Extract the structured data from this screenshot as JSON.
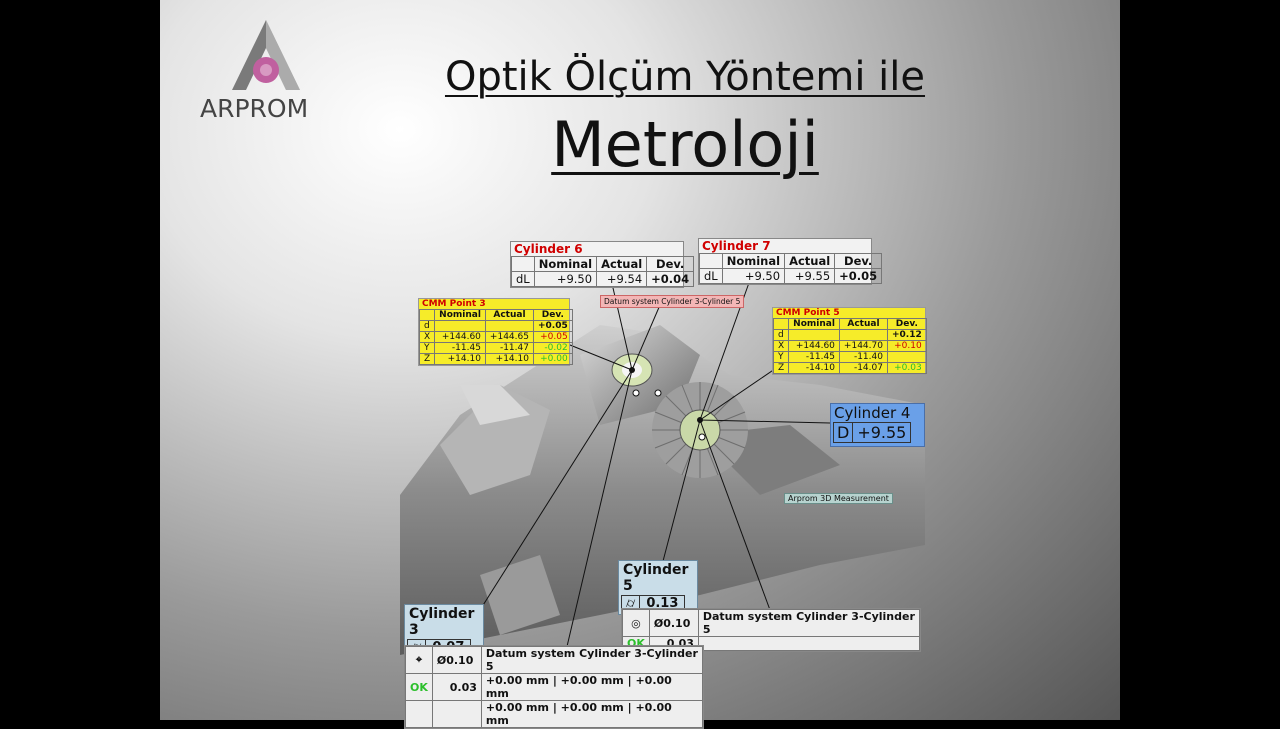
{
  "logo": {
    "text": "ARPROM"
  },
  "title": {
    "line1": "Optik Ölçüm Yöntemi ile",
    "line2": "Metroloji"
  },
  "colors": {
    "logo_magenta": "#c0609f",
    "logo_gray": "#777777",
    "callout_yellow": "#f6ec29",
    "callout_blue": "#6aa0e8"
  },
  "cylinder6": {
    "title": "Cylinder 6",
    "headers": [
      "",
      "Nominal",
      "Actual",
      "Dev."
    ],
    "row": [
      "dL",
      "+9.50",
      "+9.54",
      "+0.04"
    ]
  },
  "cylinder7": {
    "title": "Cylinder 7",
    "headers": [
      "",
      "Nominal",
      "Actual",
      "Dev."
    ],
    "row": [
      "dL",
      "+9.50",
      "+9.55",
      "+0.05"
    ]
  },
  "datum_label": "Datum system Cylinder 3-Cylinder 5",
  "cmm3": {
    "title": "CMM Point 3",
    "headers": [
      "",
      "Nominal",
      "Actual",
      "Dev."
    ],
    "rows": [
      [
        "d",
        "",
        "",
        "+0.05"
      ],
      [
        "X",
        "+144.60",
        "+144.65",
        "+0.05"
      ],
      [
        "Y",
        "-11.45",
        "-11.47",
        "-0.02"
      ],
      [
        "Z",
        "+14.10",
        "+14.10",
        "+0.00"
      ]
    ]
  },
  "cmm5": {
    "title": "CMM Point 5",
    "headers": [
      "",
      "Nominal",
      "Actual",
      "Dev."
    ],
    "rows": [
      [
        "d",
        "",
        "",
        "+0.12"
      ],
      [
        "X",
        "+144.60",
        "+144.70",
        "+0.10"
      ],
      [
        "Y",
        "-11.45",
        "-11.40",
        ""
      ],
      [
        "Z",
        "-14.10",
        "-14.07",
        "+0.03"
      ]
    ]
  },
  "cylinder4": {
    "title": "Cylinder 4",
    "label": "D",
    "value": "+9.55"
  },
  "measurement_label": "Arprom 3D Measurement",
  "cylinder5": {
    "title": "Cylinder 5",
    "symbol": "⌭",
    "value": "0.13"
  },
  "cylinder3": {
    "title": "Cylinder 3",
    "symbol": "⌭",
    "value": "0.07"
  },
  "tol_conc": {
    "symbol": "◎",
    "tol": "Ø0.10",
    "ref": "Datum system Cylinder 3-Cylinder 5",
    "status": "OK",
    "value": "0.03"
  },
  "tol_pos": {
    "symbol": "⌖",
    "tol": "Ø0.10",
    "ref": "Datum system Cylinder 3-Cylinder 5",
    "status": "OK",
    "value": "0.03",
    "line1": "+0.00 mm | +0.00 mm | +0.00 mm",
    "line2": "+0.00 mm | +0.00 mm | +0.00 mm"
  }
}
